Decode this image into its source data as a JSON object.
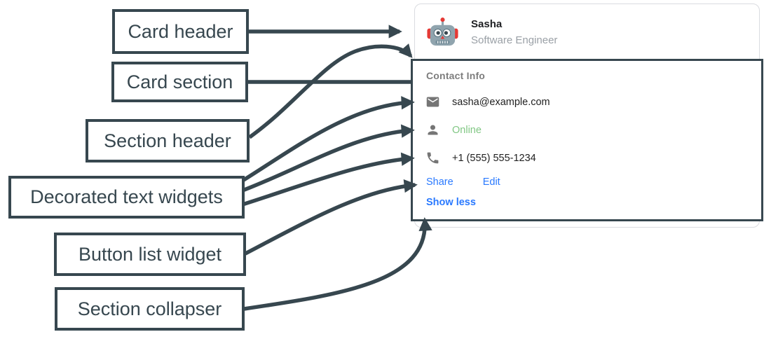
{
  "diagram": {
    "labels": {
      "card_header": "Card header",
      "card_section": "Card section",
      "section_header": "Section header",
      "decorated_text": "Decorated text widgets",
      "button_list": "Button list widget",
      "section_collapser": "Section collapser"
    }
  },
  "card": {
    "header": {
      "name": "Sasha",
      "subtitle": "Software Engineer",
      "avatar": "robot-emoji-avatar"
    },
    "section": {
      "title": "Contact Info",
      "rows": [
        {
          "icon": "email-icon",
          "text": "sasha@example.com",
          "color": "#212121"
        },
        {
          "icon": "person-icon",
          "text": "Online",
          "color": "#81C784"
        },
        {
          "icon": "phone-icon",
          "text": "+1 (555) 555-1234",
          "color": "#212121"
        }
      ],
      "buttons": [
        {
          "label": "Share"
        },
        {
          "label": "Edit"
        }
      ],
      "collapser_label": "Show less"
    }
  },
  "colors": {
    "annotation": "#37474F",
    "link_blue": "#2979FF",
    "online_green": "#81C784",
    "icon_gray": "#757575",
    "subtitle_gray": "#9AA0A6"
  }
}
